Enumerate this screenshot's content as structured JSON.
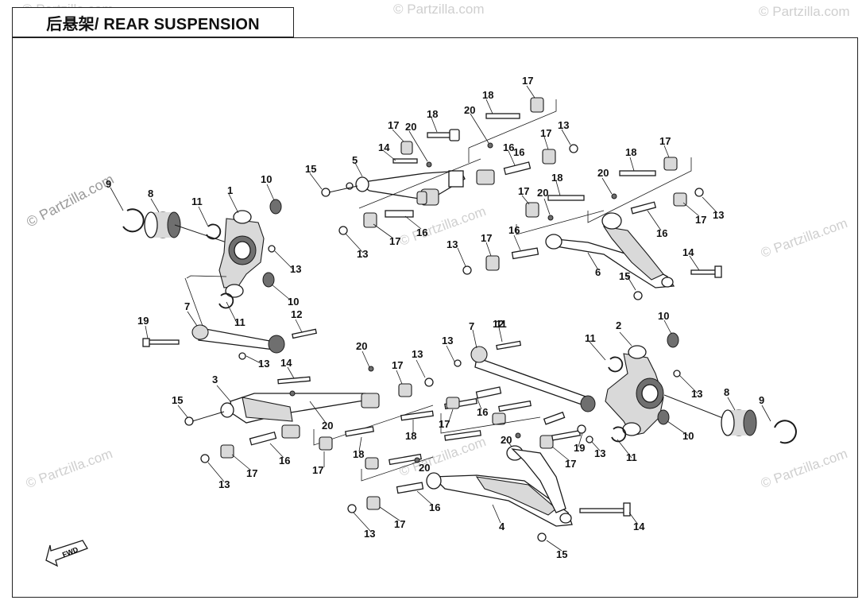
{
  "title": "后悬架/ REAR SUSPENSION",
  "fwd": "FWD",
  "watermarks": [
    "© Partzilla.com",
    "© Partzilla.com",
    "© Partzilla.com",
    "© Partzilla.com",
    "© Partzilla.com",
    "© Partzilla.com",
    "© Partzilla.com",
    "© Partzilla.com",
    "© Partzilla.com"
  ],
  "callouts": [
    "1",
    "2",
    "3",
    "4",
    "5",
    "6",
    "7",
    "7",
    "8",
    "8",
    "9",
    "9",
    "10",
    "10",
    "10",
    "10",
    "11",
    "11",
    "11",
    "11",
    "11",
    "12",
    "12",
    "13",
    "13",
    "13",
    "13",
    "13",
    "13",
    "13",
    "13",
    "13",
    "13",
    "13",
    "13",
    "14",
    "14",
    "14",
    "14",
    "15",
    "15",
    "15",
    "15",
    "16",
    "16",
    "16",
    "16",
    "16",
    "16",
    "16",
    "16",
    "17",
    "17",
    "17",
    "17",
    "17",
    "17",
    "17",
    "17",
    "17",
    "17",
    "17",
    "17",
    "17",
    "17",
    "18",
    "18",
    "18",
    "18",
    "18",
    "18",
    "19",
    "19",
    "20",
    "20",
    "20",
    "20",
    "20",
    "20",
    "20",
    "20"
  ]
}
